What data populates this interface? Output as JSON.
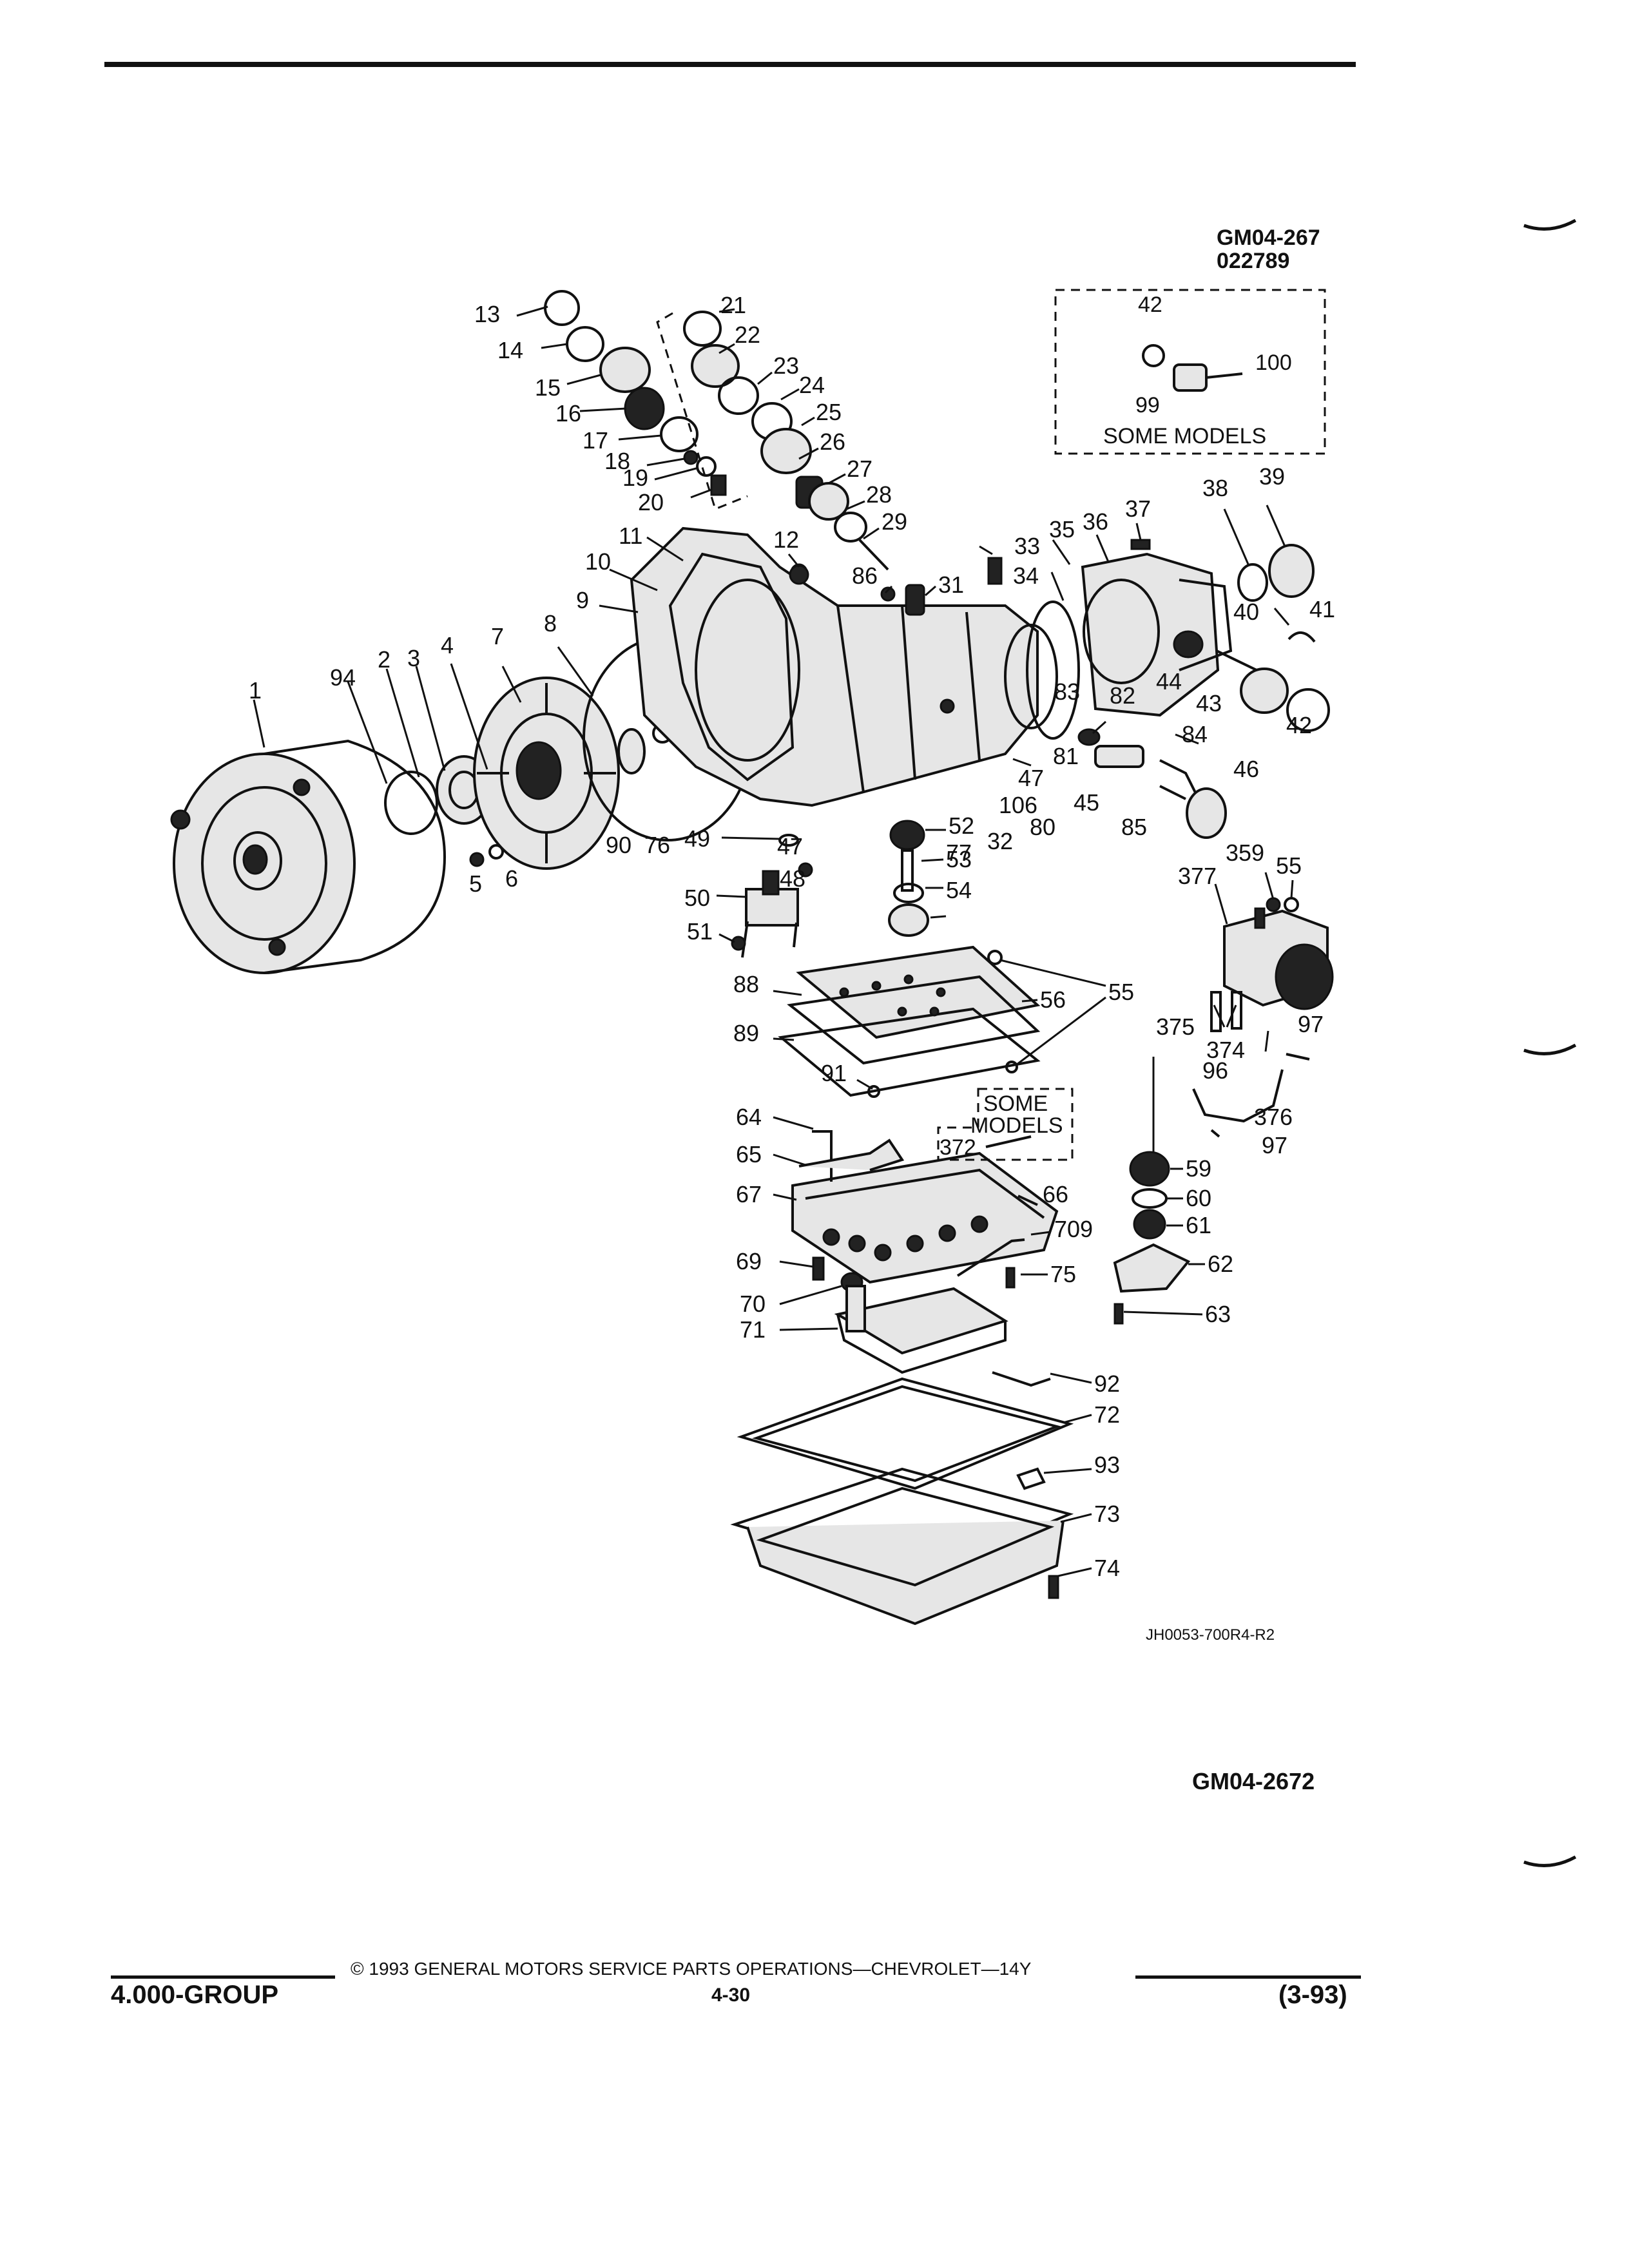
{
  "header": {
    "code_top_1": "GM04-267",
    "code_top_2": "022789"
  },
  "inset_box": {
    "caption": "SOME MODELS",
    "labels": [
      "42",
      "100",
      "99"
    ]
  },
  "valve_inset": {
    "line1": "SOME",
    "line2": "MODELS",
    "part": "372"
  },
  "callouts": [
    {
      "id": "c1",
      "text": "1"
    },
    {
      "id": "c2",
      "text": "2"
    },
    {
      "id": "c3",
      "text": "3"
    },
    {
      "id": "c4",
      "text": "4"
    },
    {
      "id": "c5",
      "text": "5"
    },
    {
      "id": "c6",
      "text": "6"
    },
    {
      "id": "c7",
      "text": "7"
    },
    {
      "id": "c8",
      "text": "8"
    },
    {
      "id": "c9",
      "text": "9"
    },
    {
      "id": "c10",
      "text": "10"
    },
    {
      "id": "c11",
      "text": "11"
    },
    {
      "id": "c12",
      "text": "12"
    },
    {
      "id": "c13",
      "text": "13"
    },
    {
      "id": "c14",
      "text": "14"
    },
    {
      "id": "c15",
      "text": "15"
    },
    {
      "id": "c16",
      "text": "16"
    },
    {
      "id": "c17",
      "text": "17"
    },
    {
      "id": "c18",
      "text": "18"
    },
    {
      "id": "c19",
      "text": "19"
    },
    {
      "id": "c20",
      "text": "20"
    },
    {
      "id": "c21",
      "text": "21"
    },
    {
      "id": "c22",
      "text": "22"
    },
    {
      "id": "c23",
      "text": "23"
    },
    {
      "id": "c24",
      "text": "24"
    },
    {
      "id": "c25",
      "text": "25"
    },
    {
      "id": "c26",
      "text": "26"
    },
    {
      "id": "c27",
      "text": "27"
    },
    {
      "id": "c28",
      "text": "28"
    },
    {
      "id": "c29",
      "text": "29"
    },
    {
      "id": "c31",
      "text": "31"
    },
    {
      "id": "c32",
      "text": "32"
    },
    {
      "id": "c33",
      "text": "33"
    },
    {
      "id": "c34",
      "text": "34"
    },
    {
      "id": "c35",
      "text": "35"
    },
    {
      "id": "c36",
      "text": "36"
    },
    {
      "id": "c37",
      "text": "37"
    },
    {
      "id": "c38",
      "text": "38"
    },
    {
      "id": "c39",
      "text": "39"
    },
    {
      "id": "c40",
      "text": "40"
    },
    {
      "id": "c41",
      "text": "41"
    },
    {
      "id": "c42",
      "text": "42"
    },
    {
      "id": "c43",
      "text": "43"
    },
    {
      "id": "c44",
      "text": "44"
    },
    {
      "id": "c45",
      "text": "45"
    },
    {
      "id": "c46",
      "text": "46"
    },
    {
      "id": "c47a",
      "text": "47"
    },
    {
      "id": "c47b",
      "text": "47"
    },
    {
      "id": "c48",
      "text": "48"
    },
    {
      "id": "c49",
      "text": "49"
    },
    {
      "id": "c50",
      "text": "50"
    },
    {
      "id": "c51",
      "text": "51"
    },
    {
      "id": "c52",
      "text": "52"
    },
    {
      "id": "c53",
      "text": "53"
    },
    {
      "id": "c54",
      "text": "54"
    },
    {
      "id": "c55a",
      "text": "55"
    },
    {
      "id": "c55b",
      "text": "55"
    },
    {
      "id": "c56",
      "text": "56"
    },
    {
      "id": "c59",
      "text": "59"
    },
    {
      "id": "c60",
      "text": "60"
    },
    {
      "id": "c61",
      "text": "61"
    },
    {
      "id": "c62",
      "text": "62"
    },
    {
      "id": "c63",
      "text": "63"
    },
    {
      "id": "c64",
      "text": "64"
    },
    {
      "id": "c65",
      "text": "65"
    },
    {
      "id": "c66",
      "text": "66"
    },
    {
      "id": "c67",
      "text": "67"
    },
    {
      "id": "c69",
      "text": "69"
    },
    {
      "id": "c70",
      "text": "70"
    },
    {
      "id": "c71",
      "text": "71"
    },
    {
      "id": "c72",
      "text": "72"
    },
    {
      "id": "c73",
      "text": "73"
    },
    {
      "id": "c74",
      "text": "74"
    },
    {
      "id": "c75",
      "text": "75"
    },
    {
      "id": "c76",
      "text": "76"
    },
    {
      "id": "c77",
      "text": "77"
    },
    {
      "id": "c80",
      "text": "80"
    },
    {
      "id": "c81",
      "text": "81"
    },
    {
      "id": "c82",
      "text": "82"
    },
    {
      "id": "c83",
      "text": "83"
    },
    {
      "id": "c84",
      "text": "84"
    },
    {
      "id": "c85",
      "text": "85"
    },
    {
      "id": "c86",
      "text": "86"
    },
    {
      "id": "c88",
      "text": "88"
    },
    {
      "id": "c89",
      "text": "89"
    },
    {
      "id": "c90",
      "text": "90"
    },
    {
      "id": "c91",
      "text": "91"
    },
    {
      "id": "c92",
      "text": "92"
    },
    {
      "id": "c93",
      "text": "93"
    },
    {
      "id": "c94",
      "text": "94"
    },
    {
      "id": "c96",
      "text": "96"
    },
    {
      "id": "c97a",
      "text": "97"
    },
    {
      "id": "c97b",
      "text": "97"
    },
    {
      "id": "c106",
      "text": "106"
    },
    {
      "id": "c359",
      "text": "359"
    },
    {
      "id": "c374",
      "text": "374"
    },
    {
      "id": "c375",
      "text": "375"
    },
    {
      "id": "c376",
      "text": "376"
    },
    {
      "id": "c377",
      "text": "377"
    },
    {
      "id": "c709",
      "text": "709"
    },
    {
      "id": "c42b",
      "text": "42"
    }
  ],
  "drawing_code": "JH0053-700R4-R2",
  "figure_code": "GM04-2672",
  "footer": {
    "copyright": "©  1993  GENERAL MOTORS SERVICE PARTS OPERATIONS—CHEVROLET—14Y",
    "group": "4.000-GROUP",
    "page": "4-30",
    "date": "(3-93)"
  }
}
